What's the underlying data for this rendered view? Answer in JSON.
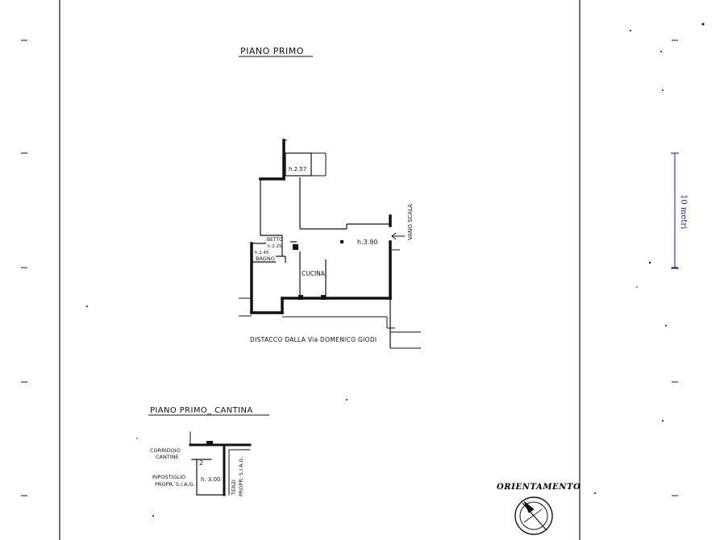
{
  "floor_plan": {
    "title": "PIANO PRIMO",
    "rooms": {
      "small_room_height": "h.2.57",
      "wc_label": "BETTO",
      "wc_height": "h.2.25",
      "bath_height": "h.2.45",
      "bath_label": "BAGNO",
      "kitchen_label": "CUCINA",
      "main_height": "h.3.90"
    },
    "stair_label": "VANO SCALA",
    "setback_label": "DISTACCO DALLA Via DOMENICO GIODI"
  },
  "cellar_plan": {
    "title": "PIANO PRIMO_ CANTINA",
    "corridor_label_1": "CORRIDOIO",
    "corridor_label_2": "CANTINE",
    "room_number": "2",
    "storage_label_1": "RIPOSTIGLIO",
    "storage_label_2": "PROPR. S.I.A.G.",
    "storage_height": "h. 3.00",
    "third_party_label_1": "TERZI",
    "third_party_label_2": "PROPR. S.I.A.G."
  },
  "orientation": {
    "label": "ORIENTAMENTO"
  },
  "scale_bar": {
    "label": "10 metri",
    "color": "#1a1a8c"
  }
}
